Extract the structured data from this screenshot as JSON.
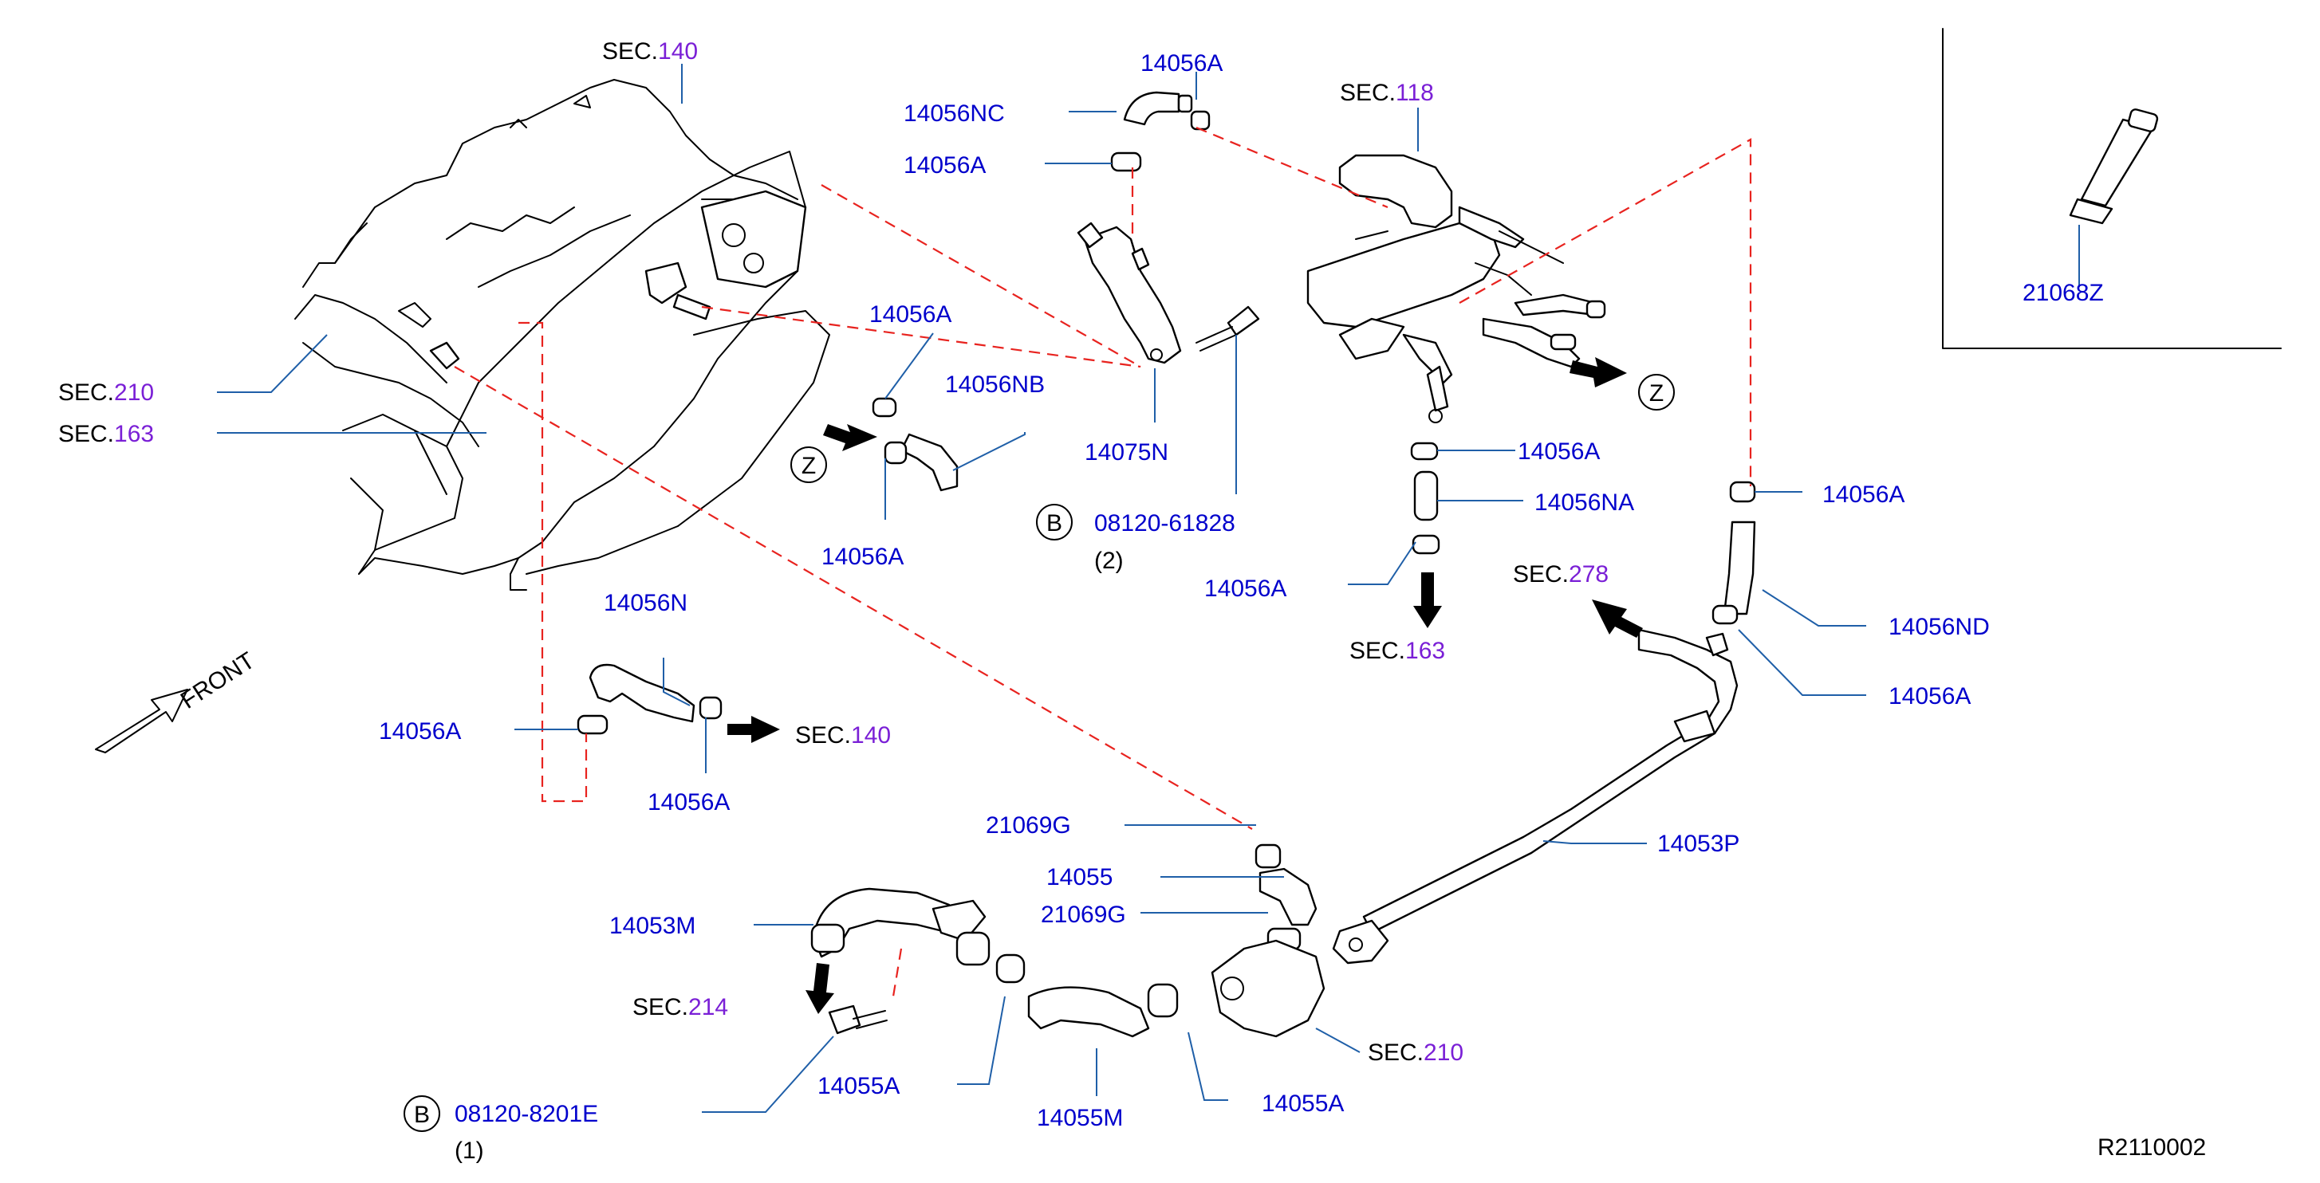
{
  "labels": {
    "sec140_top": {
      "prefix": "SEC.",
      "num": "140"
    },
    "sec118": {
      "prefix": "SEC.",
      "num": "118"
    },
    "sec210_left": {
      "prefix": "SEC.",
      "num": "210"
    },
    "sec163_left": {
      "prefix": "SEC.",
      "num": "163"
    },
    "sec140_mid": {
      "prefix": "SEC.",
      "num": "140"
    },
    "sec163_right": {
      "prefix": "SEC.",
      "num": "163"
    },
    "sec278": {
      "prefix": "SEC.",
      "num": "278"
    },
    "sec214": {
      "prefix": "SEC.",
      "num": "214"
    },
    "sec210_bottom": {
      "prefix": "SEC.",
      "num": "210"
    },
    "p14056A_1": "14056A",
    "p14056NC": "14056NC",
    "p14056A_2": "14056A",
    "p14056A_3": "14056A",
    "p14056NB": "14056NB",
    "p14056A_4": "14056A",
    "p14075N": "14075N",
    "p08120_61828": "08120-61828",
    "qty_2": "(2)",
    "p14056A_5": "14056A",
    "p14056NA": "14056NA",
    "p14056A_6": "14056A",
    "p14056A_7": "14056A",
    "p14056ND": "14056ND",
    "p14056A_8": "14056A",
    "p14056N": "14056N",
    "p14056A_9": "14056A",
    "p14056A_10": "14056A",
    "p21069G_1": "21069G",
    "p14055": "14055",
    "p21069G_2": "21069G",
    "p14053M": "14053M",
    "p14053P": "14053P",
    "p14055A_1": "14055A",
    "p14055M": "14055M",
    "p14055A_2": "14055A",
    "p08120_8201E": "08120-8201E",
    "qty_1": "(1)",
    "p21068Z": "21068Z",
    "front": "FRONT",
    "z1": "Z",
    "z2": "Z",
    "b1": "B",
    "b2": "B",
    "ref": "R2110002"
  },
  "colors": {
    "part_number": "#0000cc",
    "section_number": "#7a1fd6",
    "leader_line": "#1f5fa8",
    "dashed_line": "#e8231f"
  }
}
